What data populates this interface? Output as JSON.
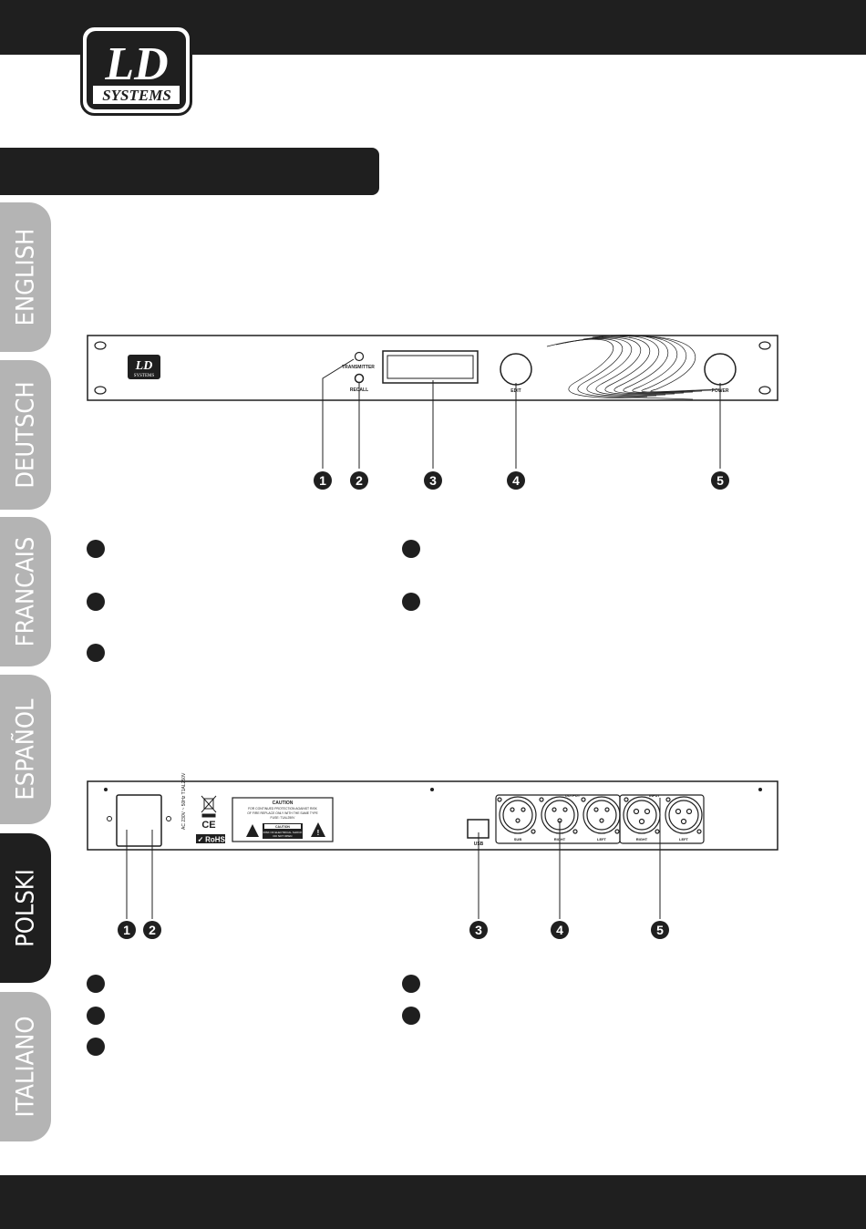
{
  "brand": {
    "logo_main": "LD",
    "logo_sub": "SYSTEMS"
  },
  "language_tabs": [
    {
      "label": "ENGLISH",
      "active": false
    },
    {
      "label": "DEUTSCH",
      "active": false
    },
    {
      "label": "FRANCAIS",
      "active": false
    },
    {
      "label": "ESPAÑOL",
      "active": false
    },
    {
      "label": "POLSKI",
      "active": true
    },
    {
      "label": "ITALIANO",
      "active": false
    }
  ],
  "front_panel": {
    "labels": {
      "transmitter": "TRANSMITTER",
      "recall": "RECALL",
      "edit": "EDIT",
      "power": "POWER"
    },
    "callouts": [
      "1",
      "2",
      "3",
      "4",
      "5"
    ]
  },
  "rear_panel": {
    "labels": {
      "caution_title": "CAUTION",
      "caution_line1": "FOR CONTINUED PROTECTION AGAINST RISK",
      "caution_line2": "OF FIRE REPLACE ONLY WITH THE SAME TYPE",
      "caution_line3": "FUSE: T1AL250V",
      "caution_box_title": "CAUTION",
      "caution_box_line1": "RISK OF ELECTRICAL SHOCK",
      "caution_box_line2": "DO NOT OPEN",
      "ce": "CE",
      "rohs": "RoHS",
      "voltage": "AC 230V ~ 50Hz  T1AL250V",
      "usb": "USB",
      "output": "OUTPUT",
      "input": "INPUT",
      "sub": "SUB",
      "right_out": "RIGHT",
      "left_out": "LEFT",
      "right_in": "RIGHT",
      "left_in": "LEFT"
    },
    "callouts": [
      "1",
      "2",
      "3",
      "4",
      "5"
    ]
  }
}
